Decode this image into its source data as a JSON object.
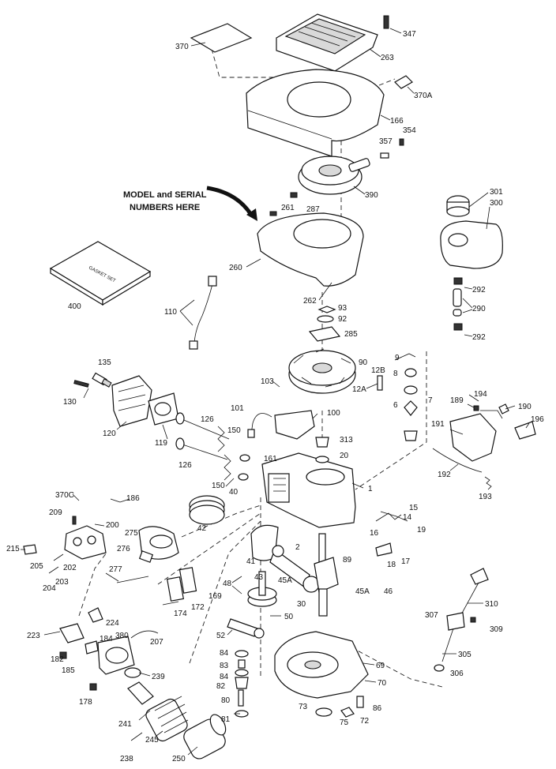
{
  "callout": {
    "line1": "MODEL and SERIAL",
    "line2": "NUMBERS HERE"
  },
  "gasket_kit_text": "GASKET SET",
  "parts": {
    "p370": "370",
    "p347": "347",
    "p263": "263",
    "p370A": "370A",
    "p166": "166",
    "p354": "354",
    "p357": "357",
    "p390": "390",
    "p261": "261",
    "p287": "287",
    "p301": "301",
    "p300": "300",
    "p260": "260",
    "p400": "400",
    "p262": "262",
    "p292a": "292",
    "p290": "290",
    "p292b": "292",
    "p93": "93",
    "p92": "92",
    "p285": "285",
    "p110": "110",
    "p9": "9",
    "p90": "90",
    "p135": "135",
    "p12B": "12B",
    "p103": "103",
    "p8": "8",
    "p12A": "12A",
    "p6": "6",
    "p7": "7",
    "p130": "130",
    "p194": "194",
    "p189": "189",
    "p190": "190",
    "p196": "196",
    "p120": "120",
    "p119": "119",
    "p126a": "126",
    "p101": "101",
    "p100": "100",
    "p191": "191",
    "p150a": "150",
    "p313": "313",
    "p20": "20",
    "p126b": "126",
    "p161": "161",
    "p192": "192",
    "p150b": "150",
    "p40": "40",
    "p1": "1",
    "p193": "193",
    "p370C": "370C",
    "p186": "186",
    "p42": "42",
    "p15": "15",
    "p209": "209",
    "p200": "200",
    "p14": "14",
    "p19": "19",
    "p275": "275",
    "p16": "16",
    "p215": "215",
    "p276": "276",
    "p2": "2",
    "p205": "205",
    "p202": "202",
    "p89": "89",
    "p17": "17",
    "p203": "203",
    "p41": "41",
    "p18": "18",
    "p204": "204",
    "p277": "277",
    "p43": "43",
    "p45Aa": "45A",
    "p45Ab": "45A",
    "p46": "46",
    "p48": "48",
    "p169": "169",
    "p310": "310",
    "p30": "30",
    "p172": "172",
    "p174": "174",
    "p224": "224",
    "p50": "50",
    "p307": "307",
    "p309": "309",
    "p223": "223",
    "p52": "52",
    "p380": "380",
    "p207": "207",
    "p184": "184",
    "p84a": "84",
    "p305": "305",
    "p182": "182",
    "p69": "69",
    "p185": "185",
    "p83": "83",
    "p239": "239",
    "p306": "306",
    "p84b": "84",
    "p70": "70",
    "p82": "82",
    "p178": "178",
    "p80": "80",
    "p73": "73",
    "p86": "86",
    "p241": "241",
    "p75": "75",
    "p72": "72",
    "p81": "81",
    "p245": "245",
    "p238": "238",
    "p250": "250"
  }
}
